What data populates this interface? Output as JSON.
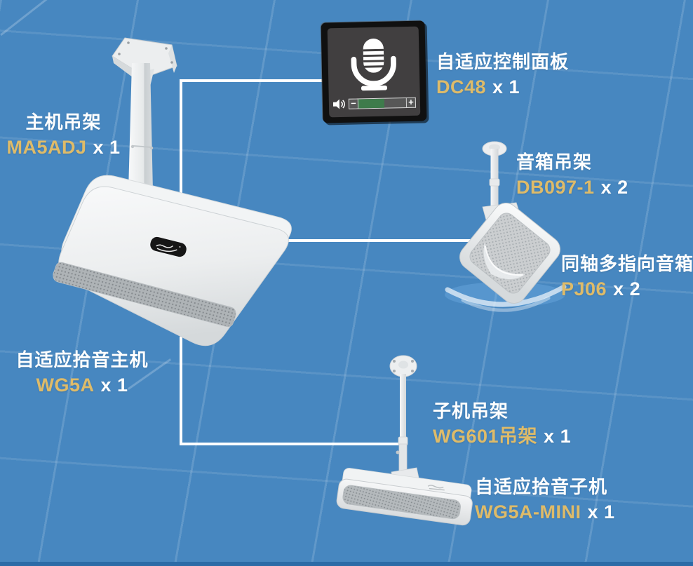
{
  "scene": {
    "background_color": "#4787c0",
    "grid_line_color": "rgba(255,255,255,0.14)",
    "bottom_bar_color": "#2c6ba7",
    "connector_color": "#ffffff",
    "accent_gold": "#debb69",
    "label_color": "#ffffff"
  },
  "devices": [
    {
      "id": "ma5adj",
      "title": "主机吊架",
      "model": "MA5ADJ",
      "qty": "x 1"
    },
    {
      "id": "dc48",
      "title": "自适应控制面板",
      "model": "DC48",
      "qty": "x 1"
    },
    {
      "id": "db097-1",
      "title": "音箱吊架",
      "model": "DB097-1",
      "qty": "x 2"
    },
    {
      "id": "pj06",
      "title": "同轴多指向音箱",
      "model": "PJ06",
      "qty": "x 2"
    },
    {
      "id": "wg5a",
      "title": "自适应拾音主机",
      "model": "WG5A",
      "qty": "x 1"
    },
    {
      "id": "wg601",
      "title": "子机吊架",
      "model": "WG601吊架",
      "qty": "x 1"
    },
    {
      "id": "wg5a-mini",
      "title": "自适应拾音子机",
      "model": "WG5A-MINI",
      "qty": "x 1"
    }
  ],
  "panel": {
    "minus_label": "−",
    "plus_label": "+",
    "volume_fill_color": "#3e7b4b"
  }
}
